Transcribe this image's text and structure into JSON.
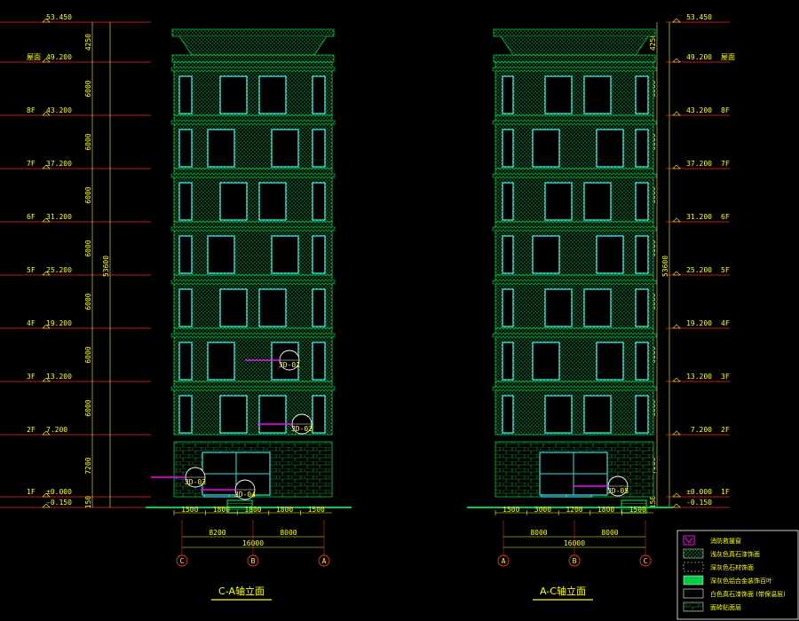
{
  "colors": {
    "bg": "#000000",
    "level_line": "#ff2020",
    "level_text": "#ffff00",
    "facade": "#00cc44",
    "window": "#30e0e0",
    "dim": "#ffff00",
    "grid_circle": "#ff3030",
    "grid_text": "#ffff00",
    "magenta": "#ff00ff",
    "ground": "#00cc44",
    "white": "#ffffff"
  },
  "levels": [
    {
      "name": "",
      "elev": "53.450"
    },
    {
      "name": "屋面",
      "elev": "49.200"
    },
    {
      "name": "8F",
      "elev": "43.200"
    },
    {
      "name": "7F",
      "elev": "37.200"
    },
    {
      "name": "6F",
      "elev": "31.200"
    },
    {
      "name": "5F",
      "elev": "25.200"
    },
    {
      "name": "4F",
      "elev": "19.200"
    },
    {
      "name": "3F",
      "elev": "13.200"
    },
    {
      "name": "2F",
      "elev": "7.200"
    },
    {
      "name": "1F",
      "elev": "±0.000"
    },
    {
      "name": "",
      "elev": "-0.150"
    }
  ],
  "story_heights": [
    "4250",
    "6000",
    "6000",
    "6000",
    "6000",
    "6000",
    "6000",
    "6000",
    "7200",
    "150"
  ],
  "total_height": "53600",
  "left": {
    "title": "C-A轴立面",
    "axes": [
      "C",
      "B",
      "A"
    ],
    "bottom_dims": [
      "1500",
      "1800",
      "1800",
      "1800",
      "1500"
    ],
    "bay_dims": [
      "8200",
      "8000"
    ],
    "total_dim": "16000",
    "callouts": [
      "JD-01",
      "JD-02",
      "JD-03",
      "JD-04"
    ]
  },
  "right": {
    "title": "A-C轴立面",
    "axes": [
      "A",
      "B",
      "C"
    ],
    "bottom_dims": [
      "1500",
      "3000",
      "1200",
      "1800",
      "1500"
    ],
    "bay_dims": [
      "8000",
      "8000"
    ],
    "total_dim": "16000",
    "callouts": [
      "JD-05"
    ]
  },
  "legend": [
    {
      "icon": "symbol",
      "text": "消防救援窗"
    },
    {
      "icon": "stipple",
      "text": "浅灰色真石漆饰面"
    },
    {
      "icon": "dashed",
      "text": "深灰色石材饰面"
    },
    {
      "icon": "green",
      "text": "深灰色铝合金装饰百叶"
    },
    {
      "icon": "plain",
      "text": "白色真石漆饰面 (带保温层)"
    },
    {
      "icon": "brick",
      "text": "面砖贴面层"
    }
  ]
}
